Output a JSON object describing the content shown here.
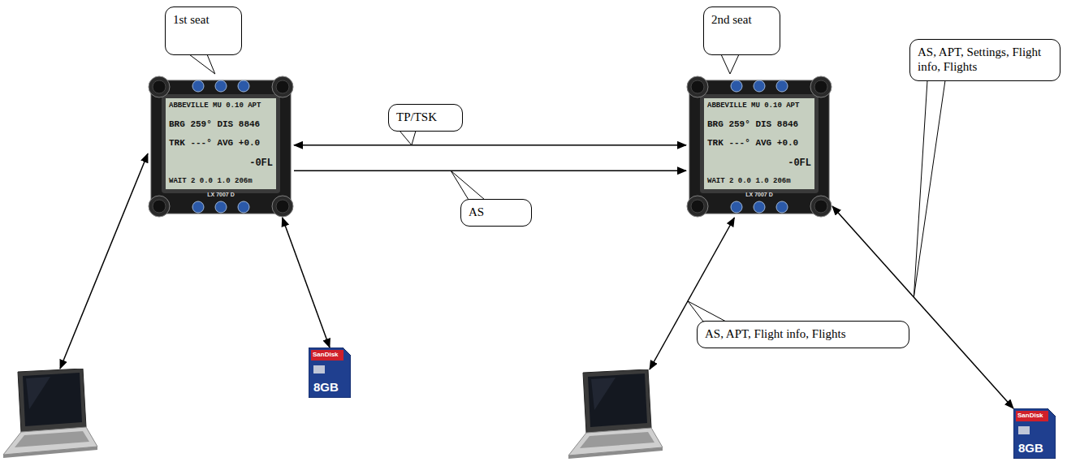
{
  "diagram": {
    "nodes": [
      {
        "text": [
          "1st seat"
        ]
      },
      {
        "text": [
          "2nd seat"
        ]
      },
      {
        "text": [
          "ABBEVILLE MU 0.10 APT",
          "BRG 259° DIS 8846",
          "TRK ---° AVG +0.0",
          "-0FL",
          "WAIT 2 0.0 1.0 206m",
          "LX 7007 D"
        ]
      },
      {
        "text": [
          "ABBEVILLE MU 0.10 APT",
          "BRG 259° DIS 8846",
          "TRK ---° AVG +0.0",
          "-0FL",
          "WAIT 2 0.0 1.0 206m",
          "LX 7007 D"
        ]
      },
      {
        "text": []
      },
      {
        "text": [
          "SanDisk",
          "8GB"
        ]
      },
      {
        "text": []
      },
      {
        "text": [
          "SanDisk",
          "8GB"
        ]
      }
    ],
    "edges": [
      {
        "from": 2,
        "to": 3,
        "arrow": "both",
        "label": "TP/TSK"
      },
      {
        "from": 2,
        "to": 3,
        "arrow": "to",
        "label": "AS"
      },
      {
        "from": 4,
        "to": 2,
        "arrow": "both"
      },
      {
        "from": 5,
        "to": 2,
        "arrow": "both"
      },
      {
        "from": 6,
        "to": 3,
        "arrow": "both",
        "label": "AS, APT, Flight info, Flights"
      },
      {
        "from": 7,
        "to": 3,
        "arrow": "both",
        "label": "AS, APT, Settings, Flight info, Flights"
      }
    ]
  }
}
